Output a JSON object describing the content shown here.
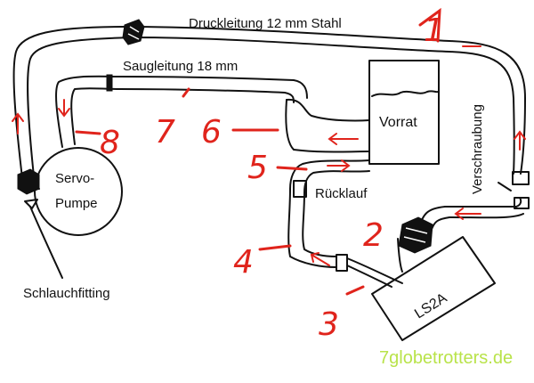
{
  "labels": {
    "druckleitung": "Druckleitung 12 mm Stahl",
    "saugleitung": "Saugleitung 18 mm",
    "vorrat": "Vorrat",
    "verschraubung": "Verschraubung",
    "ruecklauf": "Rücklauf",
    "servo_line1": "Servo-",
    "servo_line2": "Pumpe",
    "schlauchfitting": "Schlauchfitting",
    "engine": "LS2A"
  },
  "numbers": {
    "n1": "1",
    "n2": "2",
    "n3": "3",
    "n4": "4",
    "n5": "5",
    "n6": "6",
    "n7": "7",
    "n8": "8"
  },
  "watermark": "7globetrotters.de",
  "colors": {
    "ink": "#111111",
    "annotation_red": "#e0241c",
    "watermark_green": "#b9e34a"
  }
}
